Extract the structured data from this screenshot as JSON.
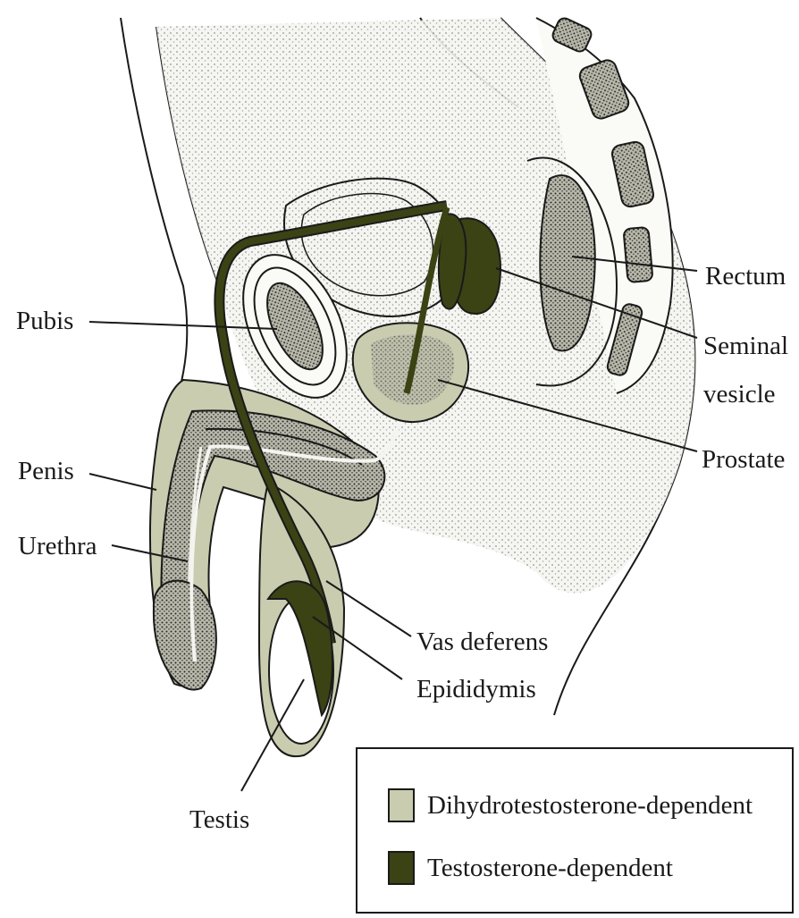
{
  "labels": {
    "rectum": "Rectum",
    "pubis": "Pubis",
    "seminal_vesicle_line1": "Seminal",
    "seminal_vesicle_line2": "vesicle",
    "prostate": "Prostate",
    "penis": "Penis",
    "urethra": "Urethra",
    "vas_deferens": "Vas deferens",
    "epididymis": "Epididymis",
    "testis": "Testis"
  },
  "legend": {
    "items": [
      {
        "label": "Dihydrotestosterone-dependent",
        "color": "#c9ccae"
      },
      {
        "label": "Testosterone-dependent",
        "color": "#3b4214"
      }
    ]
  },
  "colors": {
    "dht_fill": "#c9ccae",
    "testosterone_fill": "#3b4214",
    "stipple": "#e8e8e2",
    "outline": "#1a1a1a"
  }
}
